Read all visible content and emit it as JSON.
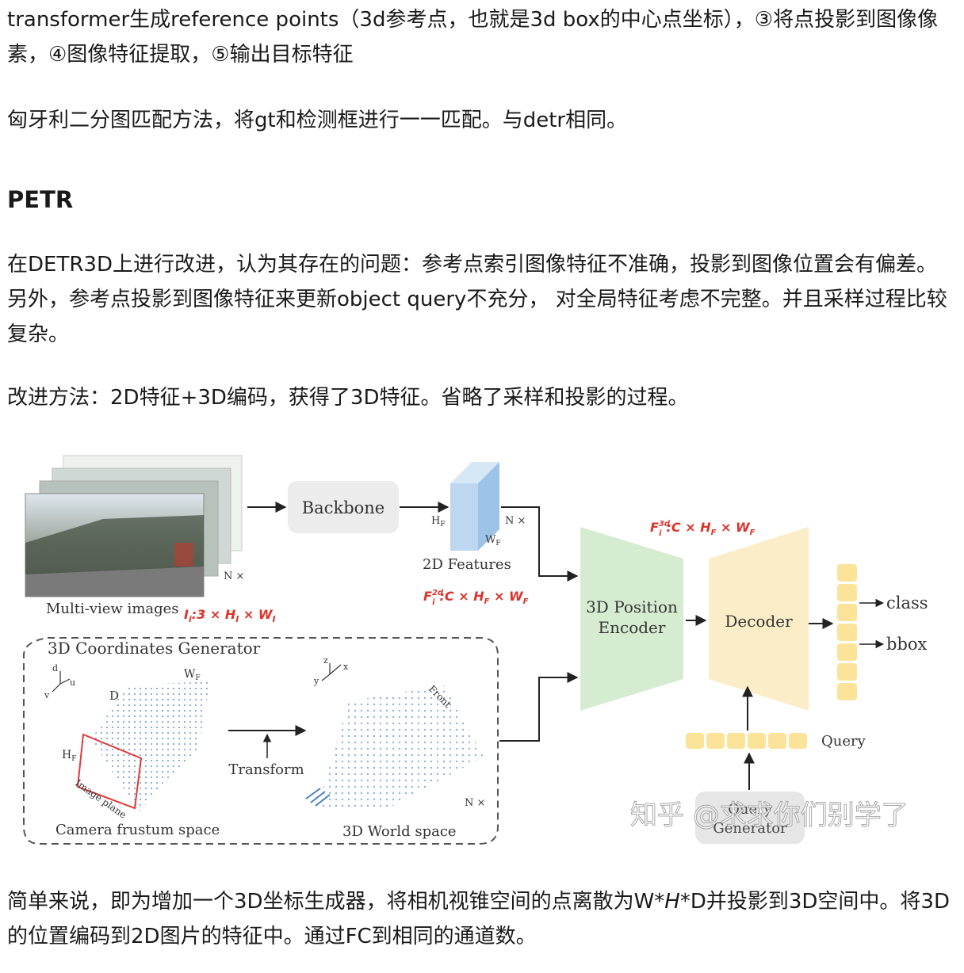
{
  "paragraphs": {
    "p1": "transformer生成reference points（3d参考点，也就是3d box的中心点坐标），③将点投影到图像像素，④图像特征提取，⑤输出目标特征",
    "p2": "匈牙利二分图匹配方法，将gt和检测框进行一一匹配。与detr相同。",
    "heading": "PETR",
    "p3": "在DETR3D上进行改进，认为其存在的问题：参考点索引图像特征不准确，投影到图像位置会有偏差。另外，参考点投影到图像特征来更新object query不充分， 对全局特征考虑不完整。并且采样过程比较复杂。",
    "p4": "改进方法：2D特征+3D编码，获得了3D特征。省略了采样和投影的过程。",
    "p5_a": "简单来说，即为增加一个3D坐标生成器，将相机视锥空间的点离散为W*",
    "p5_b": "H",
    "p5_c": "*D并投影到3D空间中。将3D的位置编码到2D图片的特征中。通过FC到相同的通道数。"
  },
  "figure": {
    "backbone": "Backbone",
    "multiview_label": "Multi-view images",
    "n_times_1": "N ×",
    "n_times_2": "N ×",
    "n_times_3": "N ×",
    "img_formula": "I",
    "img_formula_sub": "i",
    "img_formula_rest": ":3 × H",
    "img_formula_sub2": "I",
    "img_formula_mid": " × W",
    "img_formula_sub3": "I",
    "features_label": "2D Features",
    "hf_label": "H",
    "hf_sub": "F",
    "wf_label": "W",
    "wf_sub": "F",
    "f2d_label": "F",
    "f2d_sup": "2d",
    "f2d_sub": "i",
    "f2d_rest": ":C × H",
    "f2d_sub2": "F",
    "f2d_mid": " × W",
    "f2d_sub3": "F",
    "f3d_label": "F",
    "f3d_sup": "3d",
    "f3d_sub": "i",
    "f3d_rest": ":C × H",
    "f3d_sub2": "F",
    "f3d_mid": " × W",
    "f3d_sub3": "F",
    "encoder_line1": "3D Position",
    "encoder_line2": "Encoder",
    "decoder": "Decoder",
    "out_class": "class",
    "out_bbox": "bbox",
    "query": "Query",
    "qgen_line1": "Query",
    "qgen_line2": "Generator",
    "coord_gen": "3D Coordinates Generator",
    "axis_d": "d",
    "axis_u": "u",
    "axis_v": "v",
    "axis_z": "z",
    "axis_x": "x",
    "axis_y": "y",
    "frustum_d": "D",
    "frustum_wf": "W",
    "frustum_hf": "H",
    "image_plane": "Image plane",
    "transform": "Transform",
    "front": "Front",
    "camera_space": "Camera frustum space",
    "world_space": "3D World space",
    "watermark": "知乎 @求求你们别学了",
    "colors": {
      "encoder": "#d6ecd1",
      "decoder": "#fbedc8",
      "query_cell": "#fbe39a",
      "feature_block": "#bcd7ef",
      "red_formula": "#d9342b",
      "frustum_dots": "#7ea9d6",
      "image_plane": "#e03a3a"
    }
  }
}
